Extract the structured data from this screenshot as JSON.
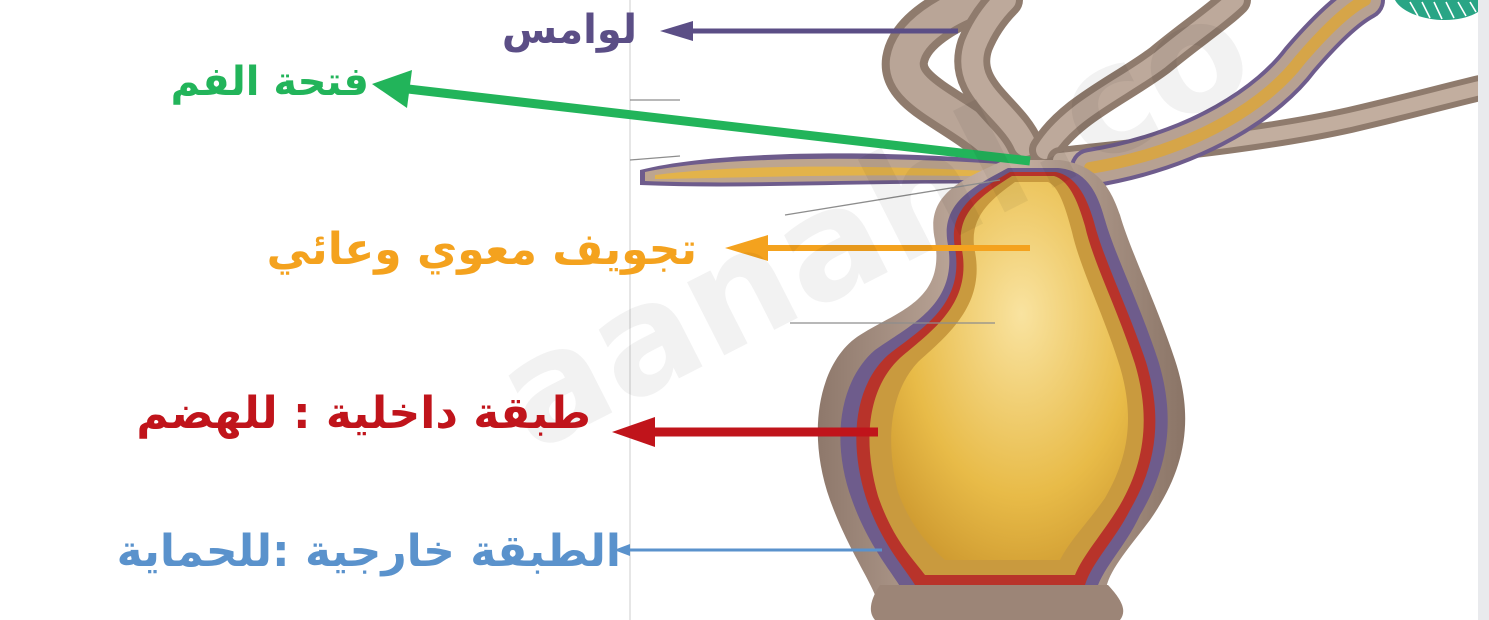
{
  "labels": {
    "tentacles": "لوامس",
    "mouth_opening": "فتحة الفم",
    "gastrovascular_cavity": "تجويف معوي وعائي",
    "inner_layer": "طبقة داخلية  :  للهضم",
    "outer_layer": "الطبقة خارجية  :للحماية"
  },
  "watermark": "aanahl.co",
  "colors": {
    "tentacles": "#5b4e86",
    "mouth_opening": "#22b45a",
    "gastrovascular_cavity": "#f4a21e",
    "inner_layer": "#c0141b",
    "outer_layer": "#5a92cc",
    "body_tissue": "#b7a192",
    "cavity_fill": "#e8bb48",
    "membrane": "#6e5c8c"
  },
  "icons": [
    "corner-shell-icon"
  ]
}
